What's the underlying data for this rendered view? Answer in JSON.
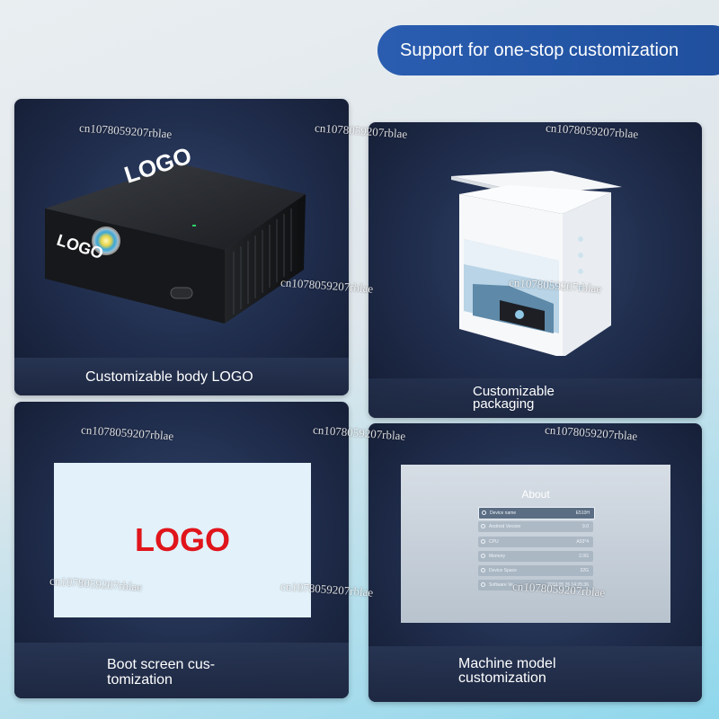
{
  "banner": {
    "text": "Support for one-stop customization"
  },
  "cards": [
    {
      "caption": "Customizable body LOGO"
    },
    {
      "caption": "Customizable\npackaging"
    },
    {
      "caption": "Boot screen cus-\ntomization"
    },
    {
      "caption": "Machine model\ncustomization"
    }
  ],
  "projector": {
    "top_logo": "LOGO",
    "front_logo": "LOGO"
  },
  "boot_screen": {
    "logo_text": "LOGO",
    "logo_color": "#e0151b"
  },
  "about_screen": {
    "title": "About",
    "rows": [
      {
        "label": "Device name",
        "value": "E510H"
      },
      {
        "label": "Android Version",
        "value": "9.0"
      },
      {
        "label": "CPU",
        "value": "A53*4"
      },
      {
        "label": "Memory",
        "value": "2.0G"
      },
      {
        "label": "Device Space",
        "value": "32G"
      },
      {
        "label": "Software Ve",
        "value": "2024.05.26 14:25:36"
      }
    ]
  },
  "watermark": {
    "text": "cn1078059207rblae"
  },
  "colors": {
    "banner_bg": "#2a5db0",
    "card_bg": "#1f2c4b"
  }
}
